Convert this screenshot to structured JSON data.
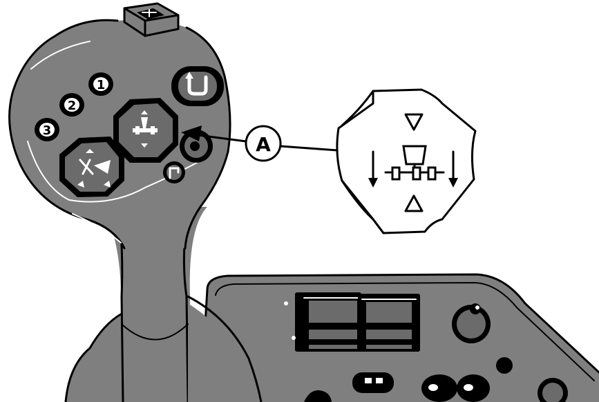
{
  "callout": {
    "label": "A"
  },
  "buttons": {
    "one": "1",
    "two": "2",
    "three": "3"
  },
  "panel": {
    "left_switch_label": "",
    "right_switch_label": ""
  },
  "colors": {
    "housing": "#7f7f7f",
    "outline": "#000000",
    "background": "#ffffff"
  },
  "icons": [
    "hitch-raise-lower-icon",
    "speed-icon",
    "headland-icon",
    "arrow-up-icon",
    "arrow-down-icon"
  ]
}
